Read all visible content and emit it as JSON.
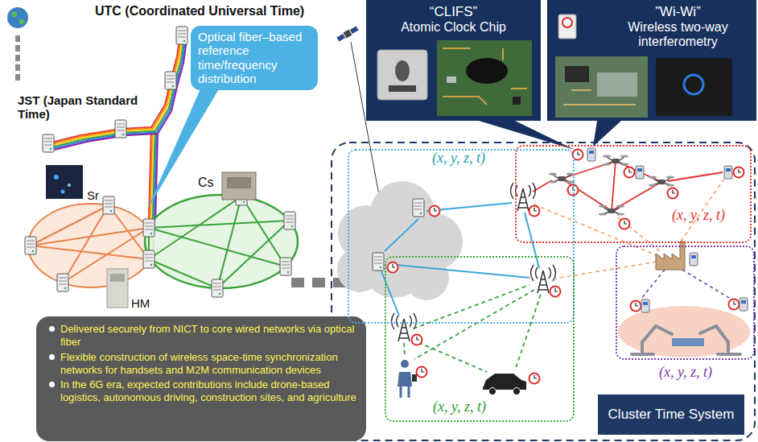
{
  "diagram": {
    "nodes": [
      {
        "text": [
          "Optical fiber–based reference time/frequency distribution"
        ]
      },
      {
        "text": [
          "Delivered securely from NICT to core wired networks via optical fiber",
          "Flexible construction of wireless space-time synchronization networks for handsets and M2M communication devices",
          "In the 6G era, expected contributions include drone-based logistics, autonomous driving, construction sites, and agriculture"
        ]
      },
      {
        "text": [
          "“CLIFS”",
          "Atomic Clock Chip"
        ]
      },
      {
        "text": [
          "”Wi-Wi”",
          "Wireless two-way interferometry"
        ]
      },
      {
        "text": [
          "(x, y, z, t)"
        ]
      },
      {
        "text": [
          "(x, y, z, t)"
        ]
      },
      {
        "text": [
          "(x, y, z, t)"
        ]
      },
      {
        "text": [
          "(x, y, z, t)"
        ]
      },
      {
        "text": [
          "Cluster Time System"
        ]
      }
    ],
    "labels": [
      "UTC (Coordinated Universal Time)",
      "JST (Japan Standard Time)",
      "Sr",
      "Cs",
      "HM"
    ]
  }
}
